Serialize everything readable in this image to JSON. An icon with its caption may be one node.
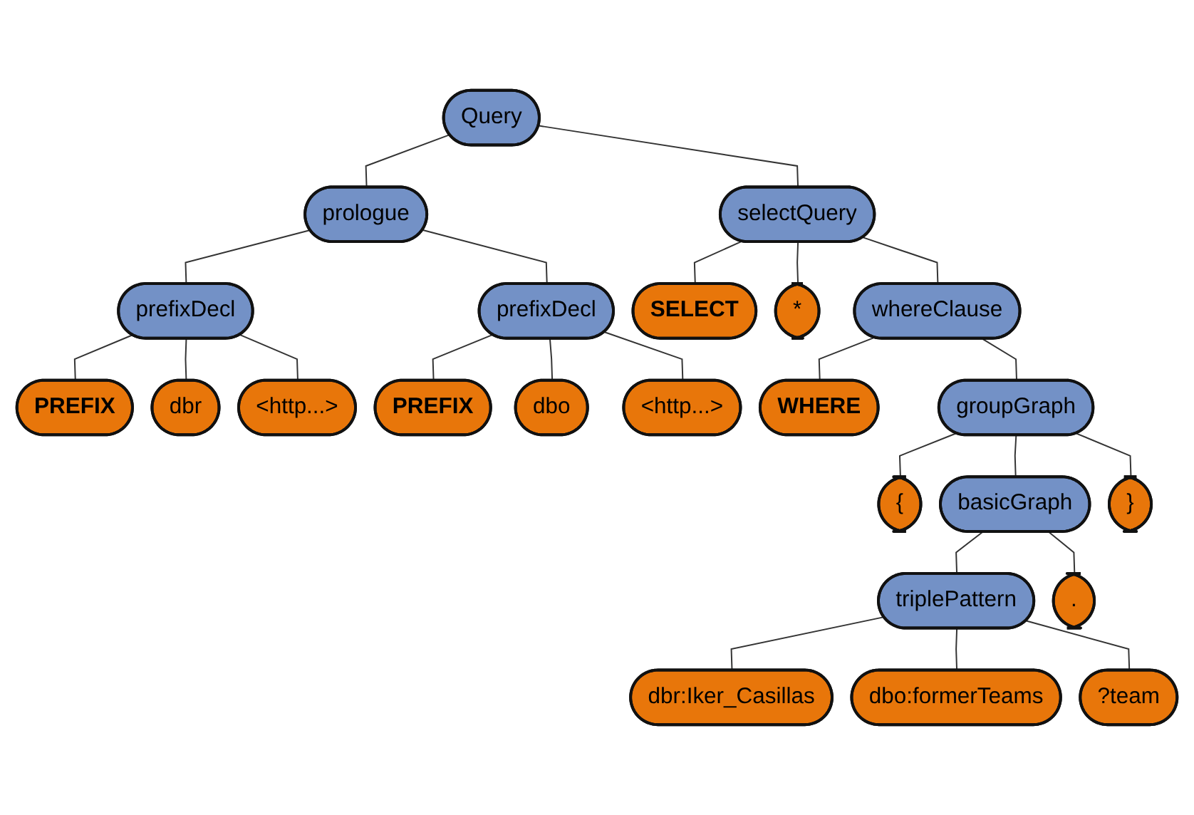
{
  "diagram": {
    "nodes": [
      {
        "text": [
          "Query"
        ]
      },
      {
        "text": [
          "prologue"
        ]
      },
      {
        "text": [
          "prefixDecl"
        ]
      },
      {
        "text": [
          "PREFIX"
        ]
      },
      {
        "text": [
          "dbr"
        ]
      },
      {
        "text": [
          "<http...>"
        ]
      },
      {
        "text": [
          "prefixDecl"
        ]
      },
      {
        "text": [
          "PREFIX"
        ]
      },
      {
        "text": [
          "dbo"
        ]
      },
      {
        "text": [
          "<http...>"
        ]
      },
      {
        "text": [
          "selectQuery"
        ]
      },
      {
        "text": [
          "SELECT"
        ]
      },
      {
        "text": [
          "*"
        ]
      },
      {
        "text": [
          "whereClause"
        ]
      },
      {
        "text": [
          "WHERE"
        ]
      },
      {
        "text": [
          "groupGraph"
        ]
      },
      {
        "text": [
          "{"
        ]
      },
      {
        "text": [
          "basicGraph"
        ]
      },
      {
        "text": [
          "triplePattern"
        ]
      },
      {
        "text": [
          "dbr:Iker_Casillas"
        ]
      },
      {
        "text": [
          "dbo:formerTeams"
        ]
      },
      {
        "text": [
          "?team"
        ]
      },
      {
        "text": [
          "."
        ]
      },
      {
        "text": [
          "}"
        ]
      }
    ],
    "edges": [
      {
        "from": 0,
        "to": 1,
        "arrow": "none"
      },
      {
        "from": 0,
        "to": 10,
        "arrow": "none"
      },
      {
        "from": 1,
        "to": 2,
        "arrow": "none"
      },
      {
        "from": 1,
        "to": 6,
        "arrow": "none"
      },
      {
        "from": 2,
        "to": 3,
        "arrow": "none"
      },
      {
        "from": 2,
        "to": 4,
        "arrow": "none"
      },
      {
        "from": 2,
        "to": 5,
        "arrow": "none"
      },
      {
        "from": 6,
        "to": 7,
        "arrow": "none"
      },
      {
        "from": 6,
        "to": 8,
        "arrow": "none"
      },
      {
        "from": 6,
        "to": 9,
        "arrow": "none"
      },
      {
        "from": 10,
        "to": 11,
        "arrow": "none"
      },
      {
        "from": 10,
        "to": 12,
        "arrow": "none"
      },
      {
        "from": 10,
        "to": 13,
        "arrow": "none"
      },
      {
        "from": 13,
        "to": 14,
        "arrow": "none"
      },
      {
        "from": 13,
        "to": 15,
        "arrow": "none"
      },
      {
        "from": 15,
        "to": 16,
        "arrow": "none"
      },
      {
        "from": 15,
        "to": 17,
        "arrow": "none"
      },
      {
        "from": 15,
        "to": 23,
        "arrow": "none"
      },
      {
        "from": 17,
        "to": 18,
        "arrow": "none"
      },
      {
        "from": 17,
        "to": 22,
        "arrow": "none"
      },
      {
        "from": 18,
        "to": 19,
        "arrow": "none"
      },
      {
        "from": 18,
        "to": 20,
        "arrow": "none"
      },
      {
        "from": 18,
        "to": 21,
        "arrow": "none"
      }
    ]
  }
}
